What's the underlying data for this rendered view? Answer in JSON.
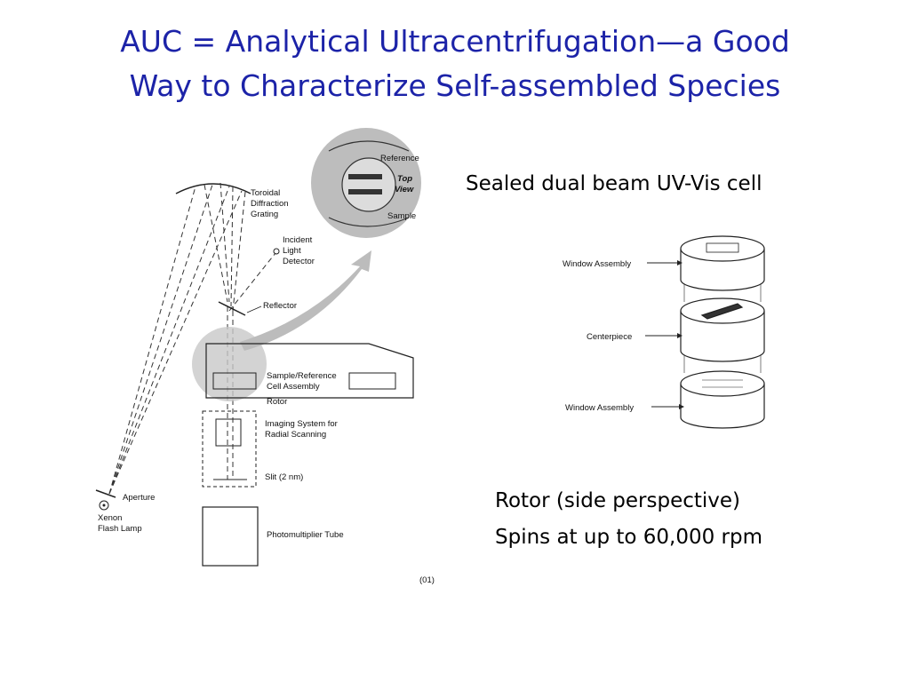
{
  "slide": {
    "title_line1": "AUC = Analytical Ultracentrifugation—a Good",
    "title_line2": "Way to Characterize Self-assembled Species",
    "caption_cell": "Sealed dual beam UV-Vis cell",
    "caption_rotor_1": "Rotor (side perspective)",
    "caption_rotor_2": "Spins at up to 60,000 rpm"
  },
  "optics_diagram": {
    "labels": {
      "grating": [
        "Toroidal",
        "Diffraction",
        "Grating"
      ],
      "detector": [
        "Incident",
        "Light",
        "Detector"
      ],
      "reflector": "Reflector",
      "cell_assembly": [
        "Sample/Reference",
        "Cell Assembly"
      ],
      "rotor": "Rotor",
      "imaging": [
        "Imaging System for",
        "Radial Scanning"
      ],
      "slit": "Slit (2 nm)",
      "aperture": "Aperture",
      "lamp": [
        "Xenon",
        "Flash Lamp"
      ],
      "pmt": "Photomultiplier Tube",
      "figure_number": "(01)"
    },
    "top_view": {
      "reference": "Reference",
      "top_view_1": "Top",
      "top_view_2": "View",
      "sample": "Sample"
    }
  },
  "cell_diagram": {
    "labels": {
      "window_top": "Window Assembly",
      "centerpiece": "Centerpiece",
      "window_bottom": "Window Assembly"
    }
  }
}
